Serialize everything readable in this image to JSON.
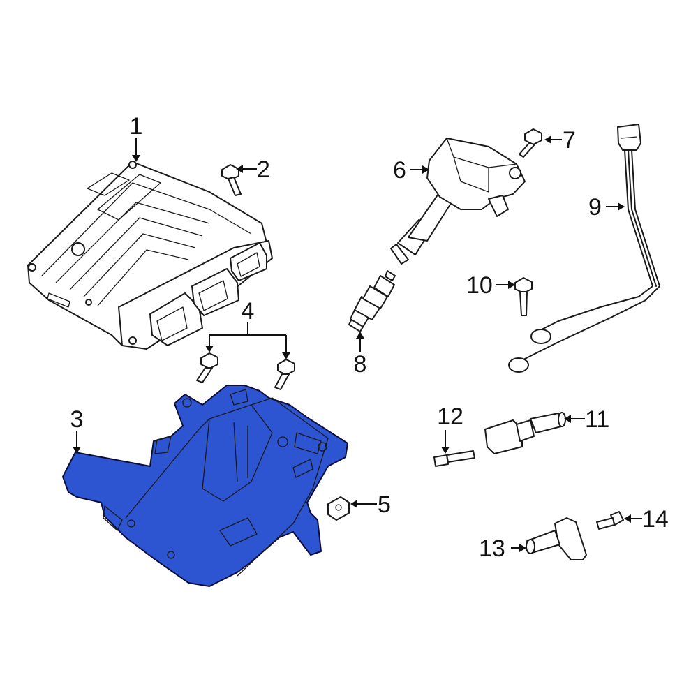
{
  "colors": {
    "highlight": "#2d55d2",
    "line": "#1a1a1a",
    "background": "#ffffff"
  },
  "callouts": {
    "c1": "1",
    "c2": "2",
    "c3": "3",
    "c4": "4",
    "c5": "5",
    "c6": "6",
    "c7": "7",
    "c8": "8",
    "c9": "9",
    "c10": "10",
    "c11": "11",
    "c12": "12",
    "c13": "13",
    "c14": "14"
  },
  "highlighted_part": "3"
}
